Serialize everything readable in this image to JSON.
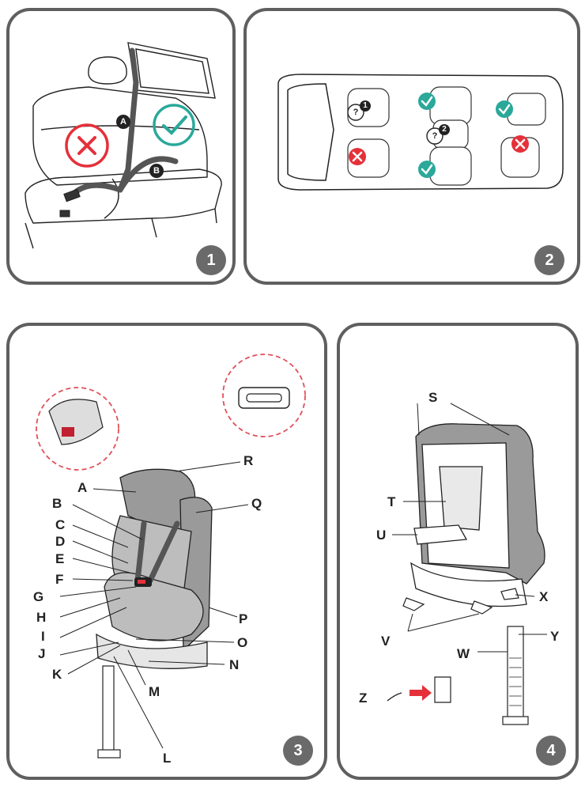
{
  "colors": {
    "border": "#5f5f5f",
    "badge": "#6a6a6a",
    "ok": "#2aa89a",
    "bad": "#e5303a",
    "line": "#222222",
    "seat": "#9a9a9a",
    "dashed": "#e0505a"
  },
  "panel1": {
    "number": "1",
    "belt_labels": [
      "A",
      "B"
    ],
    "icons": [
      "cross-icon",
      "check-icon"
    ]
  },
  "panel2": {
    "number": "2",
    "seat_marks": [
      "1",
      "2"
    ],
    "icons": [
      "check-icon",
      "cross-icon",
      "question-icon"
    ]
  },
  "panel3": {
    "number": "3",
    "labels": {
      "A": "A",
      "B": "B",
      "C": "C",
      "D": "D",
      "E": "E",
      "F": "F",
      "G": "G",
      "H": "H",
      "I": "I",
      "J": "J",
      "K": "K",
      "L": "L",
      "M": "M",
      "N": "N",
      "O": "O",
      "P": "P",
      "Q": "Q",
      "R": "R"
    }
  },
  "panel4": {
    "number": "4",
    "labels": {
      "S": "S",
      "T": "T",
      "U": "U",
      "V": "V",
      "W": "W",
      "X": "X",
      "Y": "Y",
      "Z": "Z"
    }
  }
}
